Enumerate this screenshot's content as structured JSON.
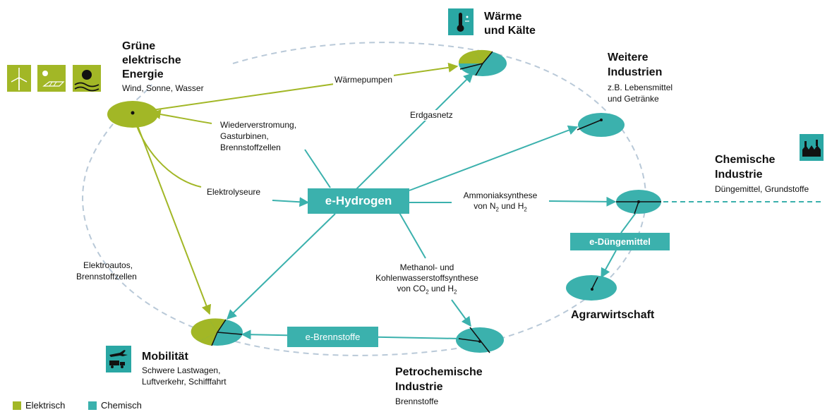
{
  "colors": {
    "elektrisch": "#a2b726",
    "chemisch": "#3bb1ad",
    "ring": "#b9c9d8"
  },
  "center_box": "e-Hydrogen",
  "boxes": {
    "duengemittel": "e-Düngemittel",
    "brennstoffe": "e-Brennstoffe"
  },
  "nodes": {
    "gruene": {
      "title_lines": [
        "Grüne",
        "elektrische",
        "Energie"
      ],
      "sub": "Wind, Sonne, Wasser",
      "icons": [
        "wind-turbine-icon",
        "solar-panel-icon",
        "hydro-sun-wave-icon"
      ]
    },
    "waerme": {
      "title_lines": [
        "Wärme",
        "und Kälte"
      ],
      "icon": "thermometer-icon"
    },
    "weitere": {
      "title_lines": [
        "Weitere",
        "Industrien"
      ],
      "sub_lines": [
        "z.B. Lebensmittel",
        "und Getränke"
      ]
    },
    "chemische": {
      "title_lines": [
        "Chemische",
        "Industrie"
      ],
      "sub": "Düngemittel, Grundstoffe",
      "icon": "factory-icon"
    },
    "agrar": {
      "title": "Agrarwirtschaft"
    },
    "petro": {
      "title_lines": [
        "Petrochemische",
        "Industrie"
      ],
      "sub": "Brennstoffe"
    },
    "mobilitaet": {
      "title": "Mobilität",
      "sub_lines": [
        "Schwere Lastwagen,",
        "Luftverkehr, Schifffahrt"
      ],
      "icon": "truck-plane-ship-icon"
    }
  },
  "edges": {
    "waermepumpen": "Wärmepumpen",
    "erdgasnetz": "Erdgasnetz",
    "wiederverstromung": [
      "Wiederverstromung,",
      "Gasturbinen,",
      "Brennstoffzellen"
    ],
    "elektrolyseure": "Elektrolyseure",
    "ammoniak_line1": "Ammoniaksynthese",
    "ammoniak_line2": {
      "pre": "von N",
      "sub1": "2",
      "mid": " und H",
      "sub2": "2"
    },
    "elektroautos": [
      "Elektroautos,",
      "Brennstoffzellen"
    ],
    "methanol_line1": "Methanol- und",
    "methanol_line2": "Kohlenwasserstoffsynthese",
    "methanol_line3": {
      "pre": "von CO",
      "sub1": "2",
      "mid": " und H",
      "sub2": "2"
    }
  },
  "legend": [
    {
      "label": "Elektrisch",
      "color": "#a2b726"
    },
    {
      "label": "Chemisch",
      "color": "#3bb1ad"
    }
  ]
}
